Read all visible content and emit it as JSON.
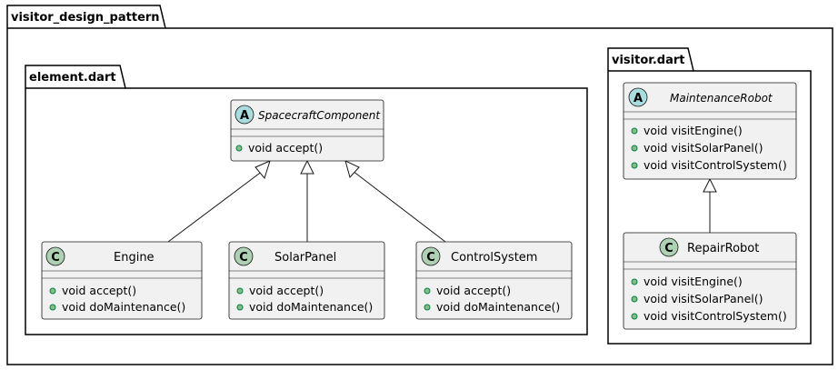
{
  "colors": {
    "class_fill": "#F1F1F1",
    "class_border": "#181818",
    "circle_class": "#ADD1B2",
    "circle_abstract": "#A9DCDF",
    "method_dot": "#84BE84",
    "method_dot_border": "#038048"
  },
  "packages": {
    "outer": {
      "label": "visitor_design_pattern"
    },
    "element": {
      "label": "element.dart"
    },
    "visitor": {
      "label": "visitor.dart"
    }
  },
  "classes": {
    "spacecraft_component": {
      "name": "SpacecraftComponent",
      "stereotype": "A",
      "methods": [
        "void accept()"
      ]
    },
    "engine": {
      "name": "Engine",
      "stereotype": "C",
      "methods": [
        "void accept()",
        "void doMaintenance()"
      ]
    },
    "solar_panel": {
      "name": "SolarPanel",
      "stereotype": "C",
      "methods": [
        "void accept()",
        "void doMaintenance()"
      ]
    },
    "control_system": {
      "name": "ControlSystem",
      "stereotype": "C",
      "methods": [
        "void accept()",
        "void doMaintenance()"
      ]
    },
    "maintenance_robot": {
      "name": "MaintenanceRobot",
      "stereotype": "A",
      "methods": [
        "void visitEngine()",
        "void visitSolarPanel()",
        "void visitControlSystem()"
      ]
    },
    "repair_robot": {
      "name": "RepairRobot",
      "stereotype": "C",
      "methods": [
        "void visitEngine()",
        "void visitSolarPanel()",
        "void visitControlSystem()"
      ]
    }
  }
}
